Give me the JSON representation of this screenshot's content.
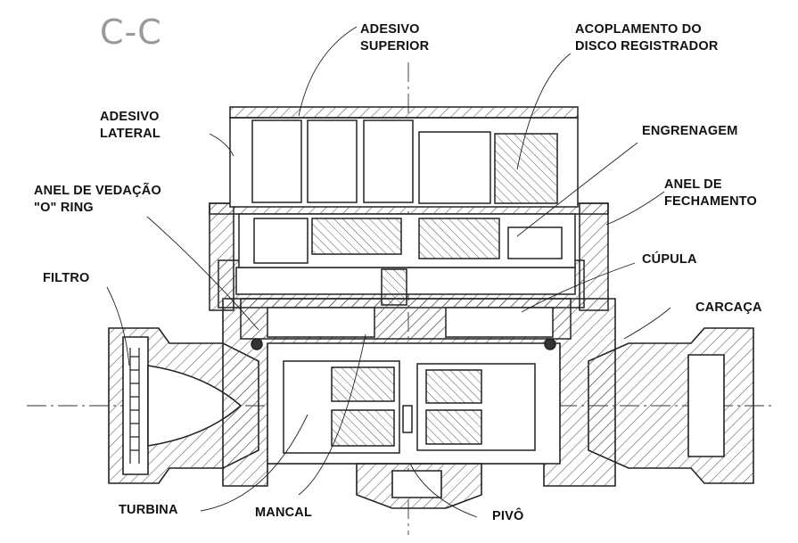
{
  "title": "C-C",
  "labels": {
    "adesivo_superior": [
      "ADESIVO",
      "SUPERIOR"
    ],
    "acoplamento": [
      "ACOPLAMENTO DO",
      "DISCO REGISTRADOR"
    ],
    "adesivo_lateral": [
      "ADESIVO",
      "LATERAL"
    ],
    "engrenagem": [
      "ENGRENAGEM"
    ],
    "anel_vedacao": [
      "ANEL DE VEDAÇÃO",
      "\"O\" RING"
    ],
    "anel_fechamento": [
      "ANEL DE",
      "FECHAMENTO"
    ],
    "cupula": [
      "CÚPULA"
    ],
    "filtro": [
      "FILTRO"
    ],
    "carcaca": [
      "CARCAÇA"
    ],
    "turbina": [
      "TURBINA"
    ],
    "mancal": [
      "MANCAL"
    ],
    "pivo": [
      "PIVÔ"
    ]
  },
  "colors": {
    "line": "#222222",
    "title": "#999999",
    "hatch": "#555555"
  }
}
